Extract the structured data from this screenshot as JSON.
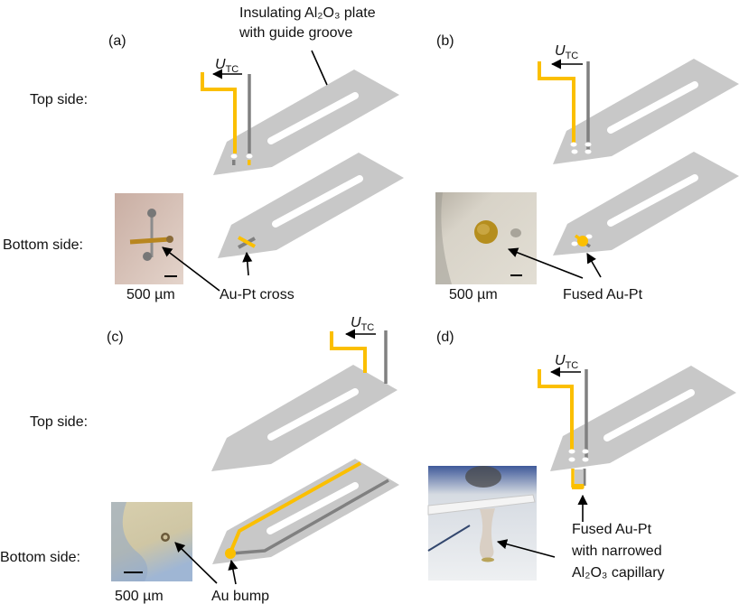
{
  "figure": {
    "colors": {
      "gold_wire": "#fbbf00",
      "platinum_wire": "#808080",
      "plate": "#c8c8c8"
    },
    "header_label_line1": "Insulating Al₂O₃ plate",
    "header_label_line2": "with guide groove",
    "utc": {
      "main": "U",
      "sub": "TC"
    },
    "panels": {
      "a": {
        "letter": "(a)",
        "top_side": "Top side:",
        "bottom_side": "Bottom side:",
        "scale_bar": "500 µm",
        "callout": "Au-Pt cross"
      },
      "b": {
        "letter": "(b)",
        "scale_bar": "500 µm",
        "callout": "Fused Au-Pt"
      },
      "c": {
        "letter": "(c)",
        "top_side": "Top side:",
        "bottom_side": "Bottom side:",
        "scale_bar": "500 µm",
        "callout": "Au bump"
      },
      "d": {
        "letter": "(d)",
        "callout_line1": "Fused Au-Pt",
        "callout_line2": "with narrowed",
        "callout_line3": "Al₂O₃ capillary"
      }
    }
  }
}
